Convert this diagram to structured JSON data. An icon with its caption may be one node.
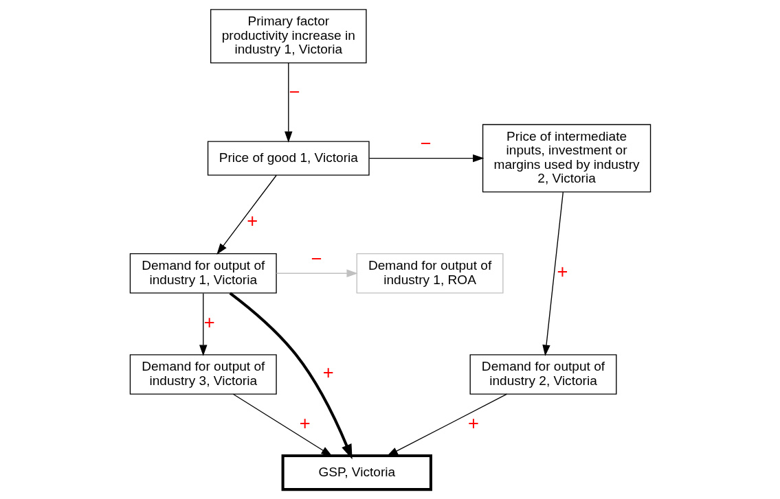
{
  "diagram": {
    "nodes": [
      {
        "text": [
          "Primary factor productivity increase in industry 1, Victoria"
        ]
      },
      {
        "text": [
          "Price of good 1, Victoria"
        ]
      },
      {
        "text": [
          "Price of intermediate inputs, investment or margins used by industry 2, Victoria"
        ]
      },
      {
        "text": [
          "Demand for output of industry 1, Victoria"
        ]
      },
      {
        "text": [
          "Demand for output of industry 1, ROA"
        ]
      },
      {
        "text": [
          "Demand for output of industry 3, Victoria"
        ]
      },
      {
        "text": [
          "Demand for output of industry 2, Victoria"
        ]
      },
      {
        "text": [
          "GSP, Victoria"
        ]
      }
    ],
    "edges": [
      {
        "from": 0,
        "to": 1,
        "arrow": "to",
        "label": "−"
      },
      {
        "from": 1,
        "to": 2,
        "arrow": "to",
        "label": "−"
      },
      {
        "from": 1,
        "to": 3,
        "arrow": "to",
        "label": "+"
      },
      {
        "from": 3,
        "to": 4,
        "arrow": "to",
        "label": "−",
        "color": "#c0c0c0"
      },
      {
        "from": 3,
        "to": 5,
        "arrow": "to",
        "label": "+"
      },
      {
        "from": 2,
        "to": 6,
        "arrow": "to",
        "label": "+"
      },
      {
        "from": 3,
        "to": 7,
        "arrow": "to",
        "label": "+",
        "style": "thick"
      },
      {
        "from": 5,
        "to": 7,
        "arrow": "to",
        "label": "+"
      },
      {
        "from": 6,
        "to": 7,
        "arrow": "to",
        "label": "+"
      }
    ]
  }
}
